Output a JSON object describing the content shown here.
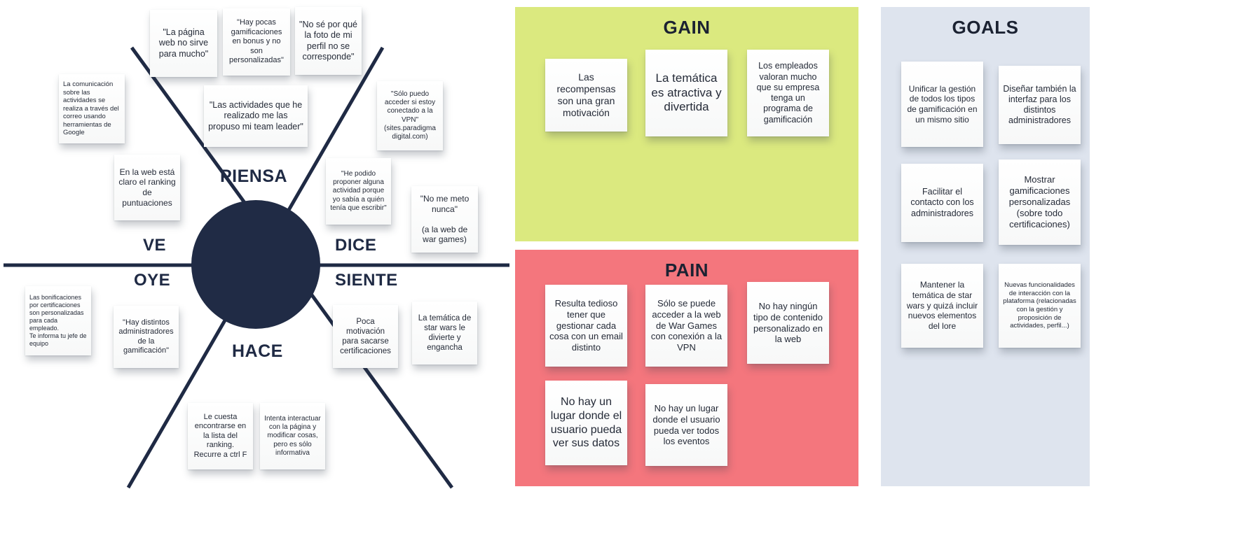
{
  "colors": {
    "ink": "#1f2a44",
    "note_bg": "#fdfdfd",
    "gain_bg": "#dbe97f",
    "pain_bg": "#f4767d",
    "goals_bg": "#dee4ee"
  },
  "empathy_map": {
    "sections": {
      "piensa": "PIENSA",
      "ve": "VE",
      "dice": "DICE",
      "oye": "OYE",
      "siente": "SIENTE",
      "hace": "HACE"
    },
    "notes": [
      {
        "section": "PIENSA",
        "text": "\"La página web no sirve para mucho\""
      },
      {
        "section": "PIENSA",
        "text": "\"Hay pocas gamificaciones en bonus y no son personalizadas\""
      },
      {
        "section": "PIENSA",
        "text": "\"No sé por qué la foto de mi perfil no se corresponde\""
      },
      {
        "section": "PIENSA",
        "text": "\"Las actividades que he realizado me las propuso mi team leader\""
      },
      {
        "section": "VE",
        "text": "La comunicación sobre las actividades se realiza a través del correo usando herramientas de Google"
      },
      {
        "section": "VE",
        "text": "En la web está claro el ranking de puntuaciones"
      },
      {
        "section": "DICE",
        "text": "\"Sólo puedo acceder si estoy conectado a la VPN\"\n(sites.paradigma digital.com)"
      },
      {
        "section": "DICE",
        "text": "\"He podido proponer alguna actividad porque yo sabía a quién tenía que escribir\""
      },
      {
        "section": "DICE",
        "text": "\"No me meto nunca\"\n\n(a la web de war games)"
      },
      {
        "section": "OYE",
        "text": "Las bonificaciones por certificaciones son personalizadas para cada empleado.\nTe informa tu jefe de equipo"
      },
      {
        "section": "OYE",
        "text": "\"Hay distintos administradores de la gamificación\""
      },
      {
        "section": "SIENTE",
        "text": "Poca motivación para sacarse certificaciones"
      },
      {
        "section": "SIENTE",
        "text": "La temática de star wars le divierte y engancha"
      },
      {
        "section": "HACE",
        "text": "Le cuesta encontrarse en la lista del ranking.\nRecurre a ctrl F"
      },
      {
        "section": "HACE",
        "text": "Intenta interactuar con la página y modificar cosas, pero es sólo informativa"
      }
    ]
  },
  "panels": {
    "gain": {
      "title": "GAIN",
      "color": "#dbe97f",
      "notes": [
        {
          "text": "Las recompensas son una gran motivación"
        },
        {
          "text": "La temática es atractiva y divertida"
        },
        {
          "text": "Los empleados valoran mucho que su empresa tenga un programa de gamificación"
        }
      ]
    },
    "pain": {
      "title": "PAIN",
      "color": "#f4767d",
      "notes": [
        {
          "text": "Resulta tedioso tener que gestionar cada cosa con un email distinto"
        },
        {
          "text": "Sólo se puede acceder a la web de War Games con conexión a la VPN"
        },
        {
          "text": "No hay ningún tipo de contenido personalizado en la web"
        },
        {
          "text": "No hay un lugar donde el usuario pueda ver sus datos"
        },
        {
          "text": "No hay un lugar donde el usuario pueda ver todos los eventos"
        }
      ]
    },
    "goals": {
      "title": "GOALS",
      "color": "#dee4ee",
      "notes": [
        {
          "text": "Unificar la gestión de todos los tipos de gamificación en un mismo sitio"
        },
        {
          "text": "Diseñar también la interfaz para los distintos administradores"
        },
        {
          "text": "Facilitar el contacto con los administradores"
        },
        {
          "text": "Mostrar gamificaciones personalizadas (sobre todo certificaciones)"
        },
        {
          "text": "Mantener la temática de star wars y quizá incluir nuevos elementos del lore"
        },
        {
          "text": "Nuevas funcionalidades de interacción con la plataforma (relacionadas con la gestión y proposición de actividades, perfil...)"
        }
      ]
    }
  }
}
